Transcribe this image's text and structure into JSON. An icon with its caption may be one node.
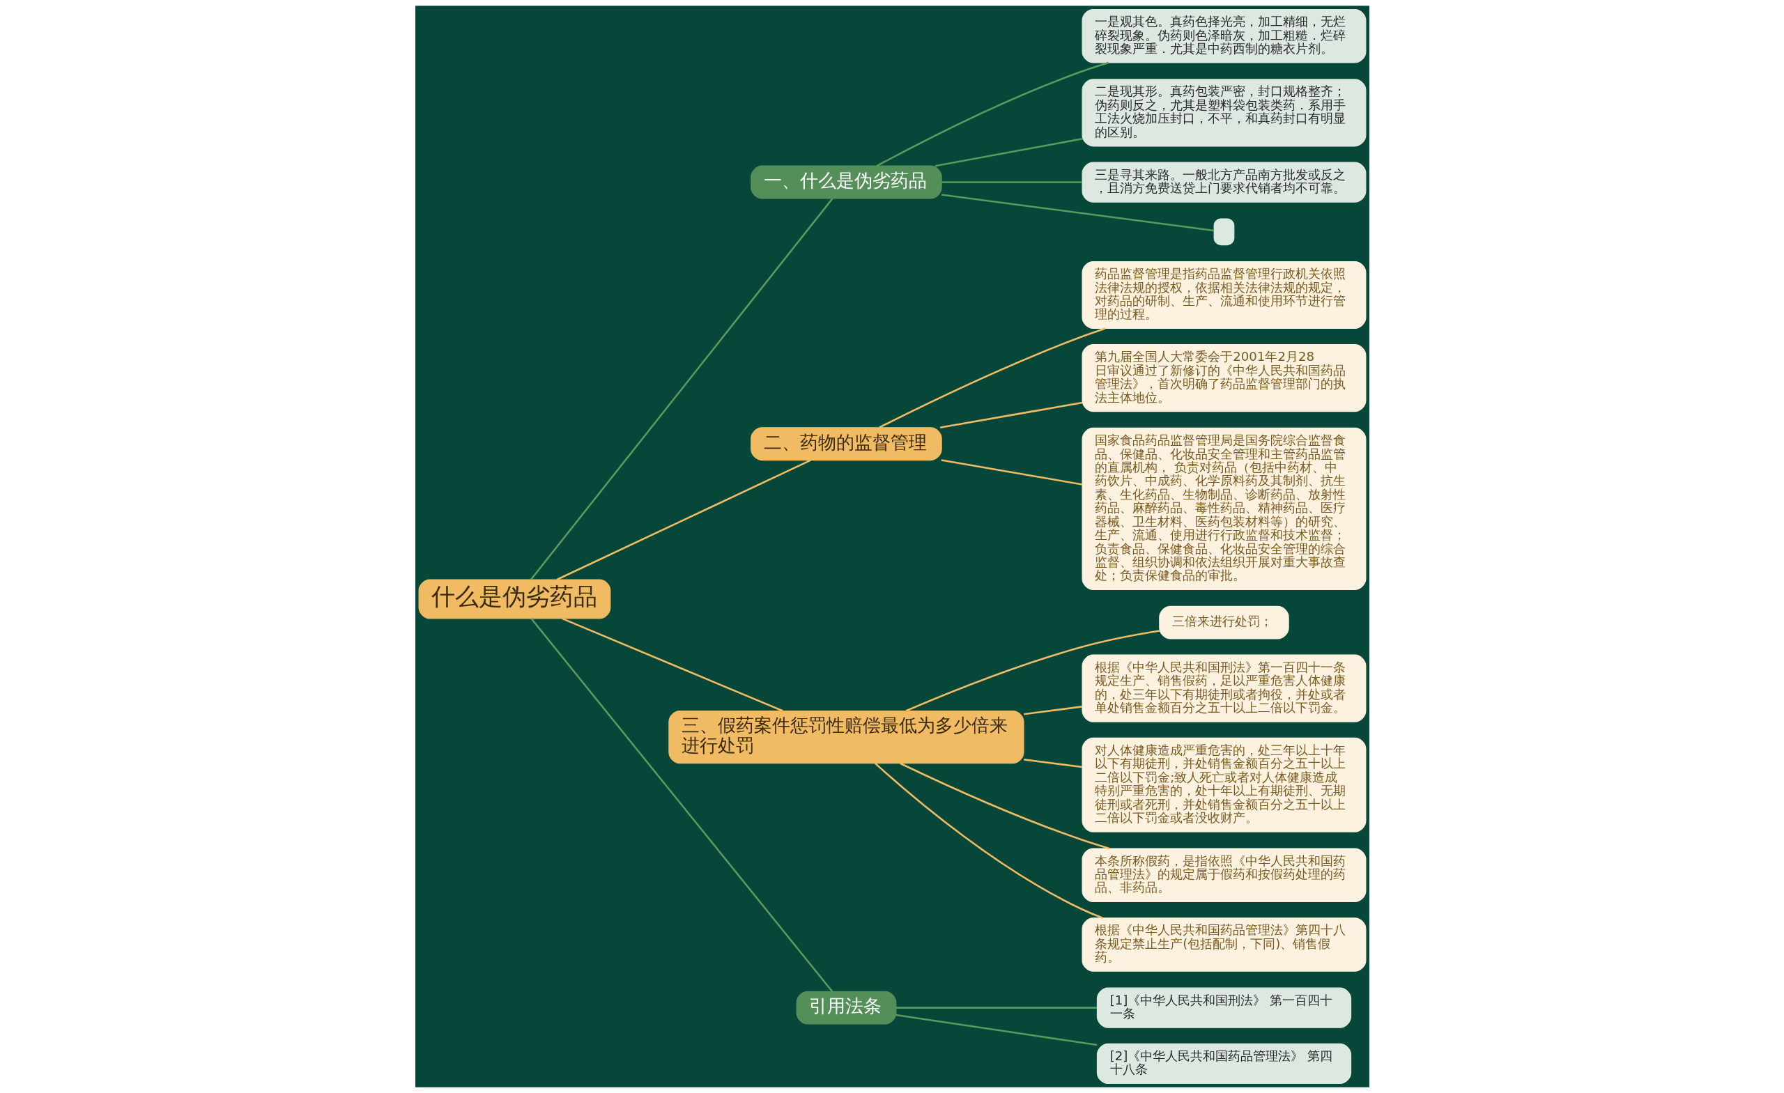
{
  "diagram": {
    "nodes": [
      {
        "text": [
          "什么是伪劣药品"
        ]
      },
      {
        "text": [
          "一、什么是伪劣药品"
        ]
      },
      {
        "text": [
          "一是观其色。真药色择光亮，加工精细，无烂碎裂现象。伪药则色泽暗灰，加工粗糙．烂碎裂现象严重．尤其是中药西制的糖衣片剂。"
        ]
      },
      {
        "text": [
          "二是现其形。真药包装严密，封口规格整齐；伪药则反之，尤其是塑料袋包装类药．系用手工法火烧加压封口，不平，和真药封口有明显的区别。"
        ]
      },
      {
        "text": [
          "三是寻其来路。一般北方产品南方批发或反之，且消方免费送贷上门要求代销者均不可靠。"
        ]
      },
      {
        "text": [],
        "shape": "box"
      },
      {
        "text": [
          "二、药物的监督管理"
        ]
      },
      {
        "text": [
          "药品监督管理是指药品监督管理行政机关依照法律法规的授权，依据相关法律法规的规定，对药品的研制、生产、流通和使用环节进行管理的过程。"
        ]
      },
      {
        "text": [
          "第九届全国人大常委会于2001年2月28日审议通过了新修订的《中华人民共和国药品管理法》，首次明确了药品监督管理部门的执法主体地位。"
        ]
      },
      {
        "text": [
          "国家食品药品监督管理局是国务院综合监督食品、保健品、化妆品安全管理和主管药品监管的直属机构， 负责对药品（包括中药材、中药饮片、中成药、化学原料药及其制剂、抗生素、生化药品、生物制品、诊断药品、放射性药品、麻醉药品、毒性药品、精神药品、医疗器械、卫生材料、医药包装材料等）的研究、生产、流通、使用进行行政监督和技术监督；负责食品、保健食品、化妆品安全管理的综合监督、组织协调和依法组织开展对重大事故查处；负责保健食品的审批。"
        ]
      },
      {
        "text": [
          "三、假药案件惩罚性赔偿最低为多少倍来进行处罚"
        ]
      },
      {
        "text": [
          "三倍来进行处罚；"
        ]
      },
      {
        "text": [
          "根据《中华人民共和国刑法》第一百四十一条规定生产、销售假药，足以严重危害人体健康的，处三年以下有期徒刑或者拘役，并处或者单处销售金额百分之五十以上二倍以下罚金。"
        ]
      },
      {
        "text": [
          "对人体健康造成严重危害的，处三年以上十年以下有期徒刑，并处销售金额百分之五十以上二倍以下罚金;致人死亡或者对人体健康造成特别严重危害的，处十年以上有期徒刑、无期徒刑或者死刑，并处销售金额百分之五十以上二倍以下罚金或者没收财产。"
        ]
      },
      {
        "text": [
          "本条所称假药，是指依照《中华人民共和国药品管理法》的规定属于假药和按假药处理的药品、非药品。"
        ]
      },
      {
        "text": [
          "根据《中华人民共和国药品管理法》第四十八条规定禁止生产(包括配制，下同)、销售假药。"
        ]
      },
      {
        "text": [
          "引用法条"
        ]
      },
      {
        "text": [
          "[1]《中华人民共和国刑法》 第一百四十一条"
        ]
      },
      {
        "text": [
          "[2]《中华人民共和国药品管理法》 第四十八条"
        ]
      }
    ],
    "edges": [
      {
        "from": 0,
        "to": 1,
        "arrow": "none",
        "color": "#5a9a5e"
      },
      {
        "from": 1,
        "to": 2,
        "arrow": "none",
        "color": "#5a9a5e"
      },
      {
        "from": 1,
        "to": 3,
        "arrow": "none",
        "color": "#5a9a5e"
      },
      {
        "from": 1,
        "to": 4,
        "arrow": "none",
        "color": "#5a9a5e"
      },
      {
        "from": 1,
        "to": 5,
        "arrow": "none",
        "color": "#5a9a5e"
      },
      {
        "from": 0,
        "to": 6,
        "arrow": "none"
      },
      {
        "from": 6,
        "to": 7,
        "arrow": "none"
      },
      {
        "from": 6,
        "to": 8,
        "arrow": "none"
      },
      {
        "from": 6,
        "to": 9,
        "arrow": "none"
      },
      {
        "from": 0,
        "to": 10,
        "arrow": "none"
      },
      {
        "from": 10,
        "to": 11,
        "arrow": "none"
      },
      {
        "from": 10,
        "to": 12,
        "arrow": "none"
      },
      {
        "from": 10,
        "to": 13,
        "arrow": "none"
      },
      {
        "from": 10,
        "to": 14,
        "arrow": "none"
      },
      {
        "from": 10,
        "to": 15,
        "arrow": "none"
      },
      {
        "from": 0,
        "to": 16,
        "arrow": "none",
        "color": "#5a9a5e"
      },
      {
        "from": 16,
        "to": 17,
        "arrow": "none",
        "color": "#5a9a5e"
      },
      {
        "from": 16,
        "to": 18,
        "arrow": "none",
        "color": "#5a9a5e"
      }
    ]
  }
}
